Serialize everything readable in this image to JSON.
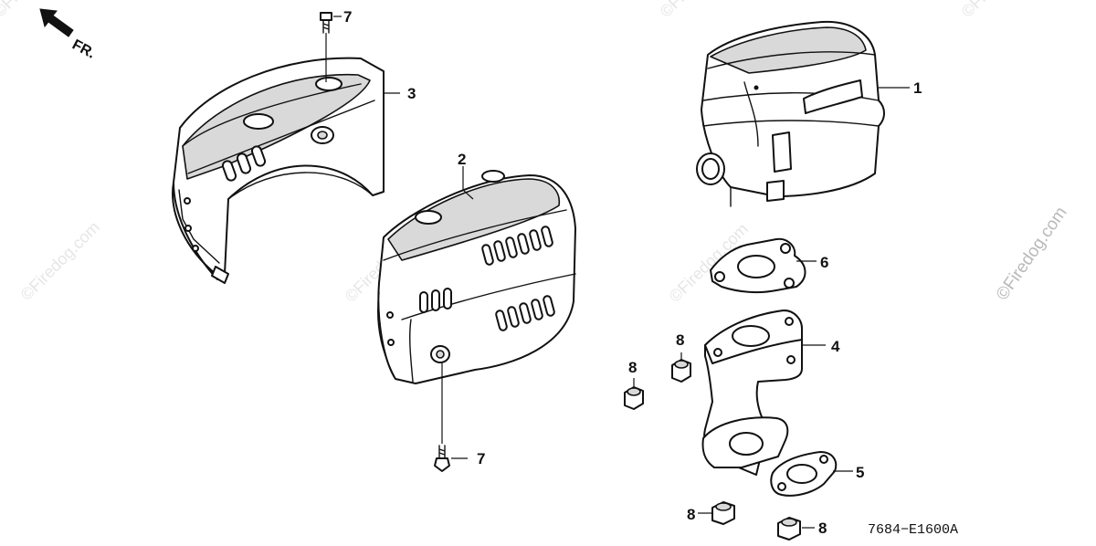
{
  "direction_label": "FR.",
  "diagram_code": "7684−E1600A",
  "watermark": "©Firedog.com",
  "callouts": [
    {
      "id": "1",
      "label": "1"
    },
    {
      "id": "2",
      "label": "2"
    },
    {
      "id": "3",
      "label": "3"
    },
    {
      "id": "4",
      "label": "4"
    },
    {
      "id": "5",
      "label": "5"
    },
    {
      "id": "6",
      "label": "6"
    },
    {
      "id": "7a",
      "label": "7"
    },
    {
      "id": "7b",
      "label": "7"
    },
    {
      "id": "8a",
      "label": "8"
    },
    {
      "id": "8b",
      "label": "8"
    },
    {
      "id": "8c",
      "label": "8"
    },
    {
      "id": "8d",
      "label": "8"
    }
  ]
}
